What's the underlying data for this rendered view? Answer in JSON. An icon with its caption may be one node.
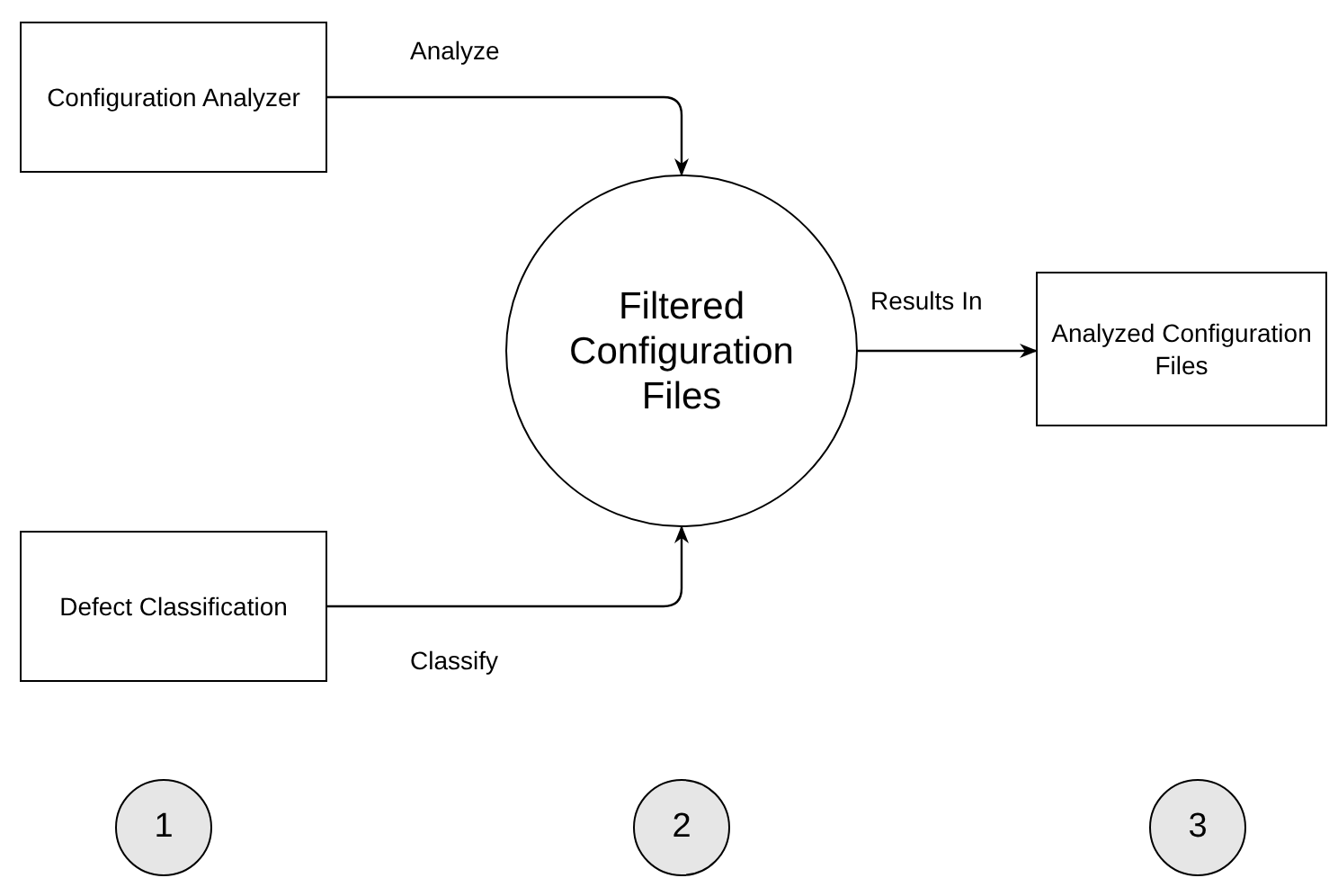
{
  "diagram": {
    "nodes": [
      {
        "text": [
          "Configuration Analyzer"
        ]
      },
      {
        "text": [
          "Filtered Configuration Files"
        ]
      },
      {
        "text": [
          "Analyzed Configuration Files"
        ]
      },
      {
        "text": [
          "Defect Classification"
        ]
      },
      {
        "text": [
          "1"
        ]
      },
      {
        "text": [
          "2"
        ]
      },
      {
        "text": [
          "3"
        ]
      }
    ],
    "edges": [
      {
        "from": 0,
        "to": 1,
        "arrow": "to",
        "label": "Analyze"
      },
      {
        "from": 3,
        "to": 1,
        "arrow": "to",
        "label": "Classify"
      },
      {
        "from": 1,
        "to": 2,
        "arrow": "to",
        "label": "Results In"
      }
    ]
  }
}
